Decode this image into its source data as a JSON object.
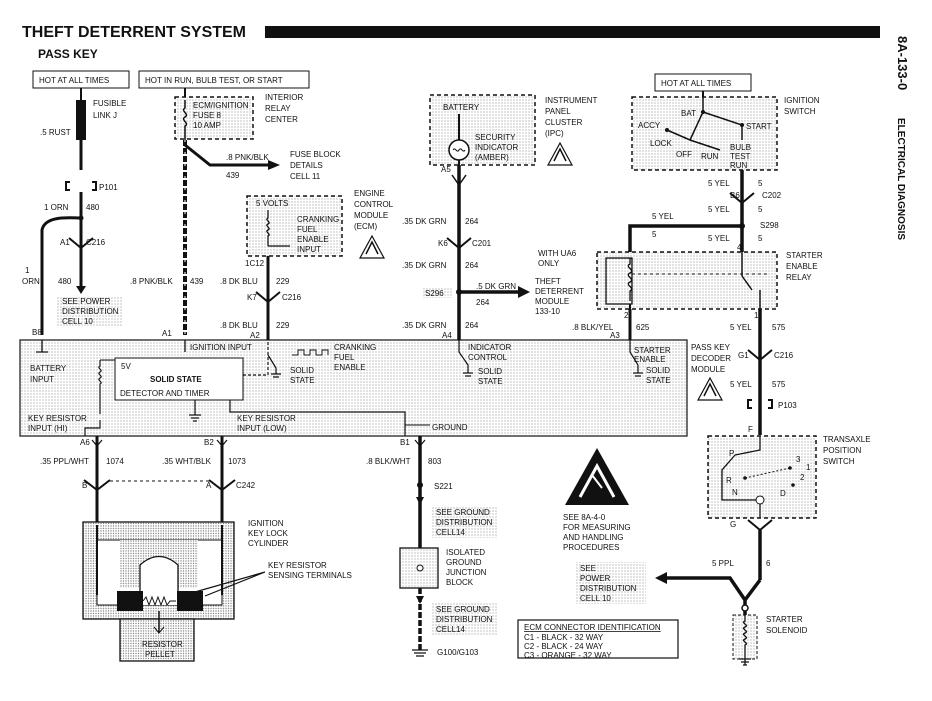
{
  "header": {
    "title": "THEFT DETERRENT SYSTEM",
    "subtitle": "PASS KEY",
    "side_page": "8A-133-0",
    "side_section": "ELECTRICAL DIAGNOSIS"
  },
  "feeds": {
    "hot_at_all_times_1": "HOT AT ALL TIMES",
    "hot_in_run": "HOT IN RUN, BULB TEST, OR START",
    "hot_at_all_times_2": "HOT AT ALL TIMES"
  },
  "fusible_link": {
    "label1": "FUSIBLE",
    "label2": "LINK J",
    "wire": ".5 RUST"
  },
  "left_circuit": {
    "conn_p101": "P101",
    "wire_orn": "1 ORN",
    "circuit_480": "480",
    "a1": "A1",
    "c216": "C216",
    "wire_orn2a": "1",
    "wire_orn2b": "ORN",
    "circuit_480b": "480",
    "see_power_1": "SEE POWER",
    "see_power_2": "DISTRIBUTION",
    "see_power_3": "CELL 10",
    "b8": "B8"
  },
  "relay_center": {
    "l1": "ECM/IGNITION",
    "l2": "FUSE 8",
    "l3": "10 AMP",
    "side1": "INTERIOR",
    "side2": "RELAY",
    "side3": "CENTER",
    "wire_pnk": ".8 PNK/BLK",
    "circuit_439": "439",
    "fb1": "FUSE BLOCK",
    "fb2": "DETAILS",
    "fb3": "CELL 11",
    "wire_pnk2": ".8 PNK/BLK",
    "circuit_439b": "439",
    "a1": "A1"
  },
  "ecm": {
    "volts": "5 VOLTS",
    "c1": "CRANKING",
    "c2": "FUEL",
    "c3": "ENABLE",
    "c4": "INPUT",
    "n1": "ENGINE",
    "n2": "CONTROL",
    "n3": "MODULE",
    "n4": "(ECM)",
    "pin": "1C12",
    "wire1": ".8 DK BLU",
    "c229": "229",
    "k7": "K7",
    "c216": "C216",
    "wire2": ".8 DK BLU",
    "c229b": "229",
    "a2": "A2"
  },
  "ipc": {
    "battery": "BATTERY",
    "sec1": "SECURITY",
    "sec2": "INDICATOR",
    "sec3": "(AMBER)",
    "n1": "INSTRUMENT",
    "n2": "PANEL",
    "n3": "CLUSTER",
    "n4": "(IPC)",
    "a5": "A5",
    "w1": ".35 DK GRN",
    "c264": "264",
    "k6": "K6",
    "c201": "C201",
    "w2": ".35 DK GRN",
    "c264b": "264",
    "with1": "WITH UA6",
    "with2": "ONLY",
    "s296": "S296",
    "w3": ".5 DK GRN",
    "c264c": "264",
    "td1": "THEFT",
    "td2": "DETERRENT",
    "td3": "MODULE",
    "td4": "133-10",
    "w4": ".35 DK GRN",
    "c264d": "264",
    "a4": "A4"
  },
  "ignition_switch": {
    "hot": "HOT AT ALL TIMES",
    "bat": "BAT",
    "accy": "ACCY",
    "lock": "LOCK",
    "off": "OFF",
    "run": "RUN",
    "start": "START",
    "bulb1": "BULB",
    "bulb2": "TEST",
    "bulb3": "RUN",
    "n1": "IGNITION",
    "n2": "SWITCH",
    "w1": "5 YEL",
    "c5": "5",
    "b6": "B6",
    "c202": "C202",
    "w2": "5 YEL",
    "c5b": "5",
    "s298": "S298",
    "w3": "5 YEL",
    "c5c": "5",
    "w4": "5 YEL",
    "c5d": "5",
    "pin4": "4"
  },
  "starter_relay": {
    "n1": "STARTER",
    "n2": "ENABLE",
    "n3": "RELAY",
    "pin2": "2",
    "pin1": "1",
    "w1": ".8 BLK/YEL",
    "c625": "625",
    "a3": "A3",
    "w2": "5 YEL",
    "c575": "575"
  },
  "pkd_module": {
    "ign_input": "IGNITION INPUT",
    "bat1": "BATTERY",
    "bat2": "INPUT",
    "sv": "5V",
    "ss1": "SOLID STATE",
    "ss2": "DETECTOR AND TIMER",
    "cr1": "CRANKING",
    "cr2": "FUEL",
    "cr3": "ENABLE",
    "solid1": "SOLID",
    "solid2": "STATE",
    "ind1": "INDICATOR",
    "ind2": "CONTROL",
    "solid3": "SOLID",
    "solid4": "STATE",
    "st1": "STARTER",
    "st2": "ENABLE",
    "solid5": "SOLID",
    "solid6": "STATE",
    "n1": "PASS KEY",
    "n2": "DECODER",
    "n3": "MODULE",
    "kr1": "KEY RESISTOR",
    "kr2": "INPUT (HI)",
    "kr3": "KEY RESISTOR",
    "kr4": "INPUT (LOW)",
    "gnd": "GROUND",
    "a6": "A6",
    "b2": "B2",
    "b1": "B1",
    "g1": "G1",
    "c216": "C216",
    "w3": "5 YEL",
    "c575b": "575",
    "p103": "P103"
  },
  "key_circuit": {
    "w1": ".35 PPL/WHT",
    "c1074": "1074",
    "w2": ".35 WHT/BLK",
    "c1073": "1073",
    "b": "B",
    "a": "A",
    "c242": "C242",
    "n1": "IGNITION",
    "n2": "KEY LOCK",
    "n3": "CYLINDER",
    "k1": "KEY RESISTOR",
    "k2": "SENSING TERMINALS",
    "r1": "RESISTOR",
    "r2": "PELLET"
  },
  "ground_circuit": {
    "w1": ".8 BLK/WHT",
    "c803": "803",
    "s221": "S221",
    "sg1": "SEE GROUND",
    "sg2": "DISTRIBUTION",
    "sg3": "CELL14",
    "ig1": "ISOLATED",
    "ig2": "GROUND",
    "ig3": "JUNCTION",
    "ig4": "BLOCK",
    "sg4": "SEE GROUND",
    "sg5": "DISTRIBUTION",
    "sg6": "CELL14",
    "g100": "G100/G103"
  },
  "esd_note": {
    "l1": "SEE 8A-4-0",
    "l2": "FOR MEASURING",
    "l3": "AND HANDLING",
    "l4": "PROCEDURES"
  },
  "ecm_connector": {
    "title": "ECM CONNECTOR IDENTIFICATION",
    "c1": "C1  -  BLACK  -  32 WAY",
    "c2": "C2  -  BLACK  -  24 WAY",
    "c3": "C3  -  ORANGE  -  32 WAY"
  },
  "transaxle": {
    "n1": "TRANSAXLE",
    "n2": "POSITION",
    "n3": "SWITCH",
    "f": "F",
    "p": "P",
    "r": "R",
    "n": "N",
    "d": "D",
    "three": "3",
    "one": "1",
    "two": "2",
    "g": "G",
    "w1": "5 PPL",
    "c6": "6",
    "sp1": "SEE",
    "sp2": "POWER",
    "sp3": "DISTRIBUTION",
    "sp4": "CELL 10",
    "ss1": "STARTER",
    "ss2": "SOLENOID"
  }
}
